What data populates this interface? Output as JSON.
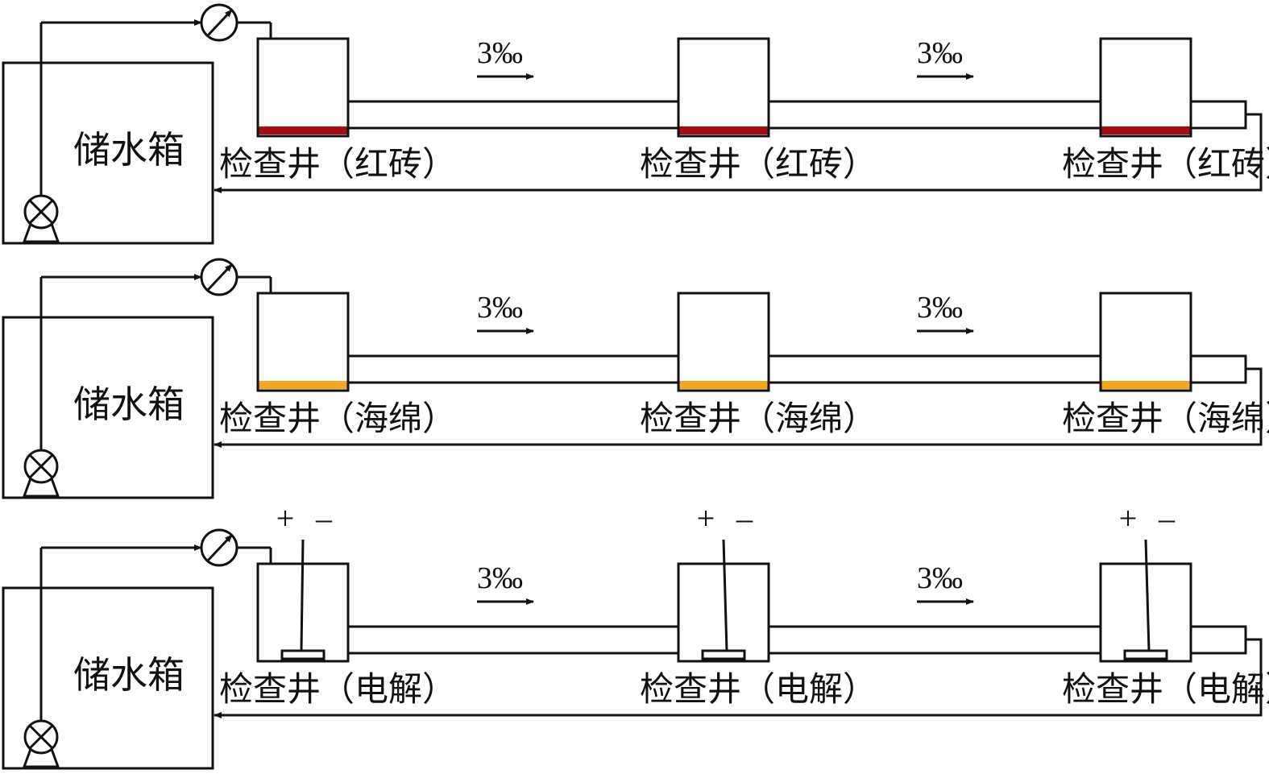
{
  "rows": [
    {
      "tank_label": "储水箱",
      "slope_label": "3‰",
      "well_labels": [
        "检查井（红砖）",
        "检查井（红砖）",
        "检查井（红砖）"
      ],
      "layer_type": "red-brick",
      "layer_color": "#a30f14"
    },
    {
      "tank_label": "储水箱",
      "slope_label": "3‰",
      "well_labels": [
        "检查井（海绵）",
        "检查井（海绵）",
        "检查井（海绵）"
      ],
      "layer_type": "sponge",
      "layer_color": "#f0a81e"
    },
    {
      "tank_label": "储水箱",
      "slope_label": "3‰",
      "well_labels": [
        "检查井（电解）",
        "检查井（电解）",
        "检查井（电解）"
      ],
      "layer_type": "electrolysis",
      "layer_color": "#ffffff",
      "electrode_signs": [
        "+",
        "–"
      ]
    }
  ],
  "icons": {
    "pump": "pump-icon",
    "flowmeter": "flowmeter-icon",
    "electrode": "electrode-icon",
    "arrow": "flow-arrow-icon"
  }
}
